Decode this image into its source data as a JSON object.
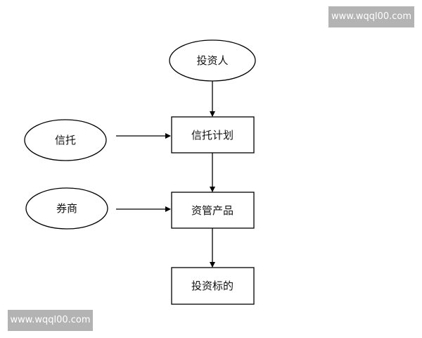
{
  "nodes": {
    "investor": "投资人",
    "trust": "信托",
    "trust_plan": "信托计划",
    "broker": "券商",
    "asset_mgmt": "资管产品",
    "target": "投资标的"
  },
  "watermark": {
    "top": "www.wqql00.com",
    "bottom": "www.wqql00.com"
  },
  "colors": {
    "stroke": "#000000",
    "watermark_bg": "#b3b3b3"
  }
}
